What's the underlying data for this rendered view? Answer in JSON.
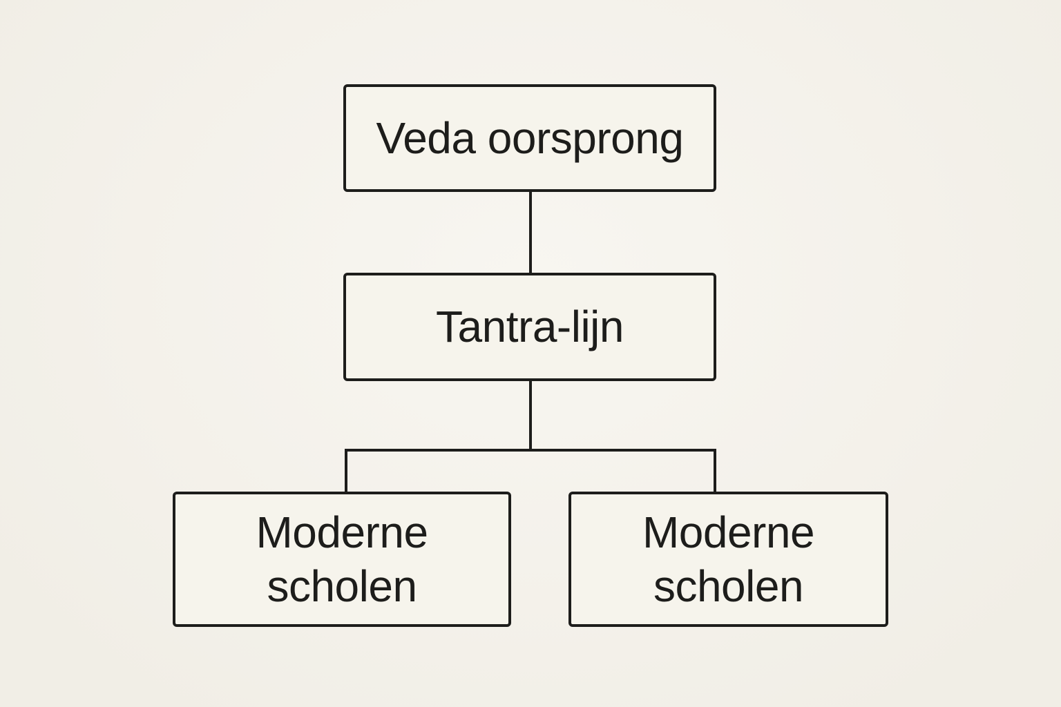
{
  "diagram": {
    "type": "flowchart",
    "orientation": "top-down",
    "background_color": "#f4f1e9",
    "node_fill_color": "#f6f4ec",
    "line_color": "#1d1d1b",
    "text_color": "#1d1d1b",
    "nodes": [
      {
        "id": "root",
        "level": 1,
        "label": "Veda oorsprong"
      },
      {
        "id": "middle",
        "level": 2,
        "label": "Tantra-lijn"
      },
      {
        "id": "leaf-left",
        "level": 3,
        "label": "Moderne scholen"
      },
      {
        "id": "leaf-right",
        "level": 3,
        "label": "Moderne scholen"
      }
    ],
    "edges": [
      {
        "from": "root",
        "to": "middle"
      },
      {
        "from": "middle",
        "to": "leaf-left"
      },
      {
        "from": "middle",
        "to": "leaf-right"
      }
    ]
  }
}
